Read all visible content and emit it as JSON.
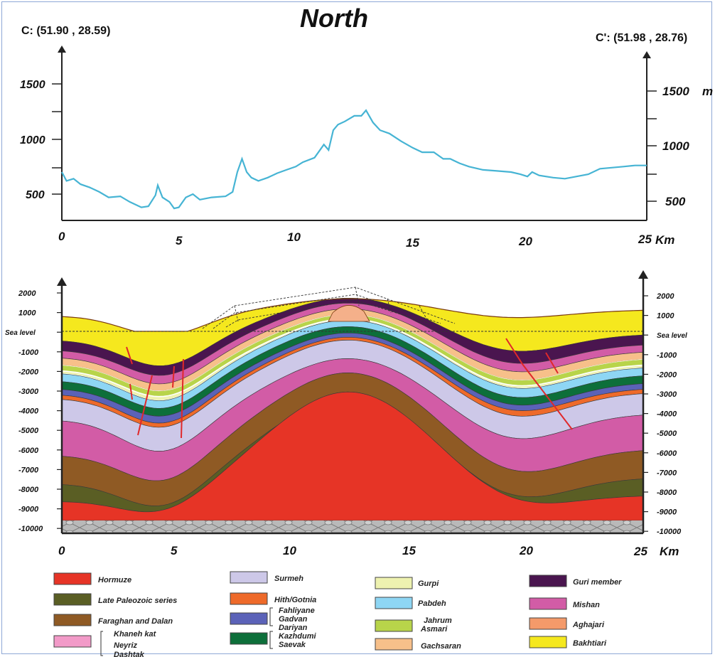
{
  "header": {
    "title": "North",
    "left_point": "C: (51.90 , 28.59)",
    "right_point": "C': (51.98 , 28.76)"
  },
  "profile": {
    "y_ticks_left": [
      "1500",
      "1000",
      "500"
    ],
    "y_ticks_right": [
      "1500",
      "m",
      "1000",
      "500"
    ],
    "x_ticks": [
      "0",
      "5",
      "10",
      "15",
      "20",
      "25"
    ],
    "x_unit": "Km",
    "line_color": "#46b4d4",
    "elevation_points_km_m": [
      [
        0,
        700
      ],
      [
        0.2,
        620
      ],
      [
        0.5,
        640
      ],
      [
        0.8,
        590
      ],
      [
        1.2,
        560
      ],
      [
        1.6,
        520
      ],
      [
        2.0,
        470
      ],
      [
        2.5,
        480
      ],
      [
        2.9,
        430
      ],
      [
        3.4,
        380
      ],
      [
        3.7,
        390
      ],
      [
        4.0,
        490
      ],
      [
        4.1,
        580
      ],
      [
        4.3,
        470
      ],
      [
        4.6,
        430
      ],
      [
        4.8,
        370
      ],
      [
        5.0,
        380
      ],
      [
        5.3,
        470
      ],
      [
        5.6,
        500
      ],
      [
        5.9,
        450
      ],
      [
        6.4,
        470
      ],
      [
        7.0,
        480
      ],
      [
        7.3,
        520
      ],
      [
        7.5,
        700
      ],
      [
        7.7,
        820
      ],
      [
        7.9,
        700
      ],
      [
        8.1,
        650
      ],
      [
        8.4,
        620
      ],
      [
        8.8,
        650
      ],
      [
        9.2,
        690
      ],
      [
        9.6,
        720
      ],
      [
        10.0,
        750
      ],
      [
        10.3,
        790
      ],
      [
        10.8,
        830
      ],
      [
        11.2,
        950
      ],
      [
        11.4,
        900
      ],
      [
        11.6,
        1080
      ],
      [
        11.8,
        1130
      ],
      [
        12.1,
        1160
      ],
      [
        12.5,
        1210
      ],
      [
        12.8,
        1210
      ],
      [
        13.0,
        1260
      ],
      [
        13.3,
        1150
      ],
      [
        13.6,
        1080
      ],
      [
        14.0,
        1050
      ],
      [
        14.5,
        980
      ],
      [
        15.0,
        920
      ],
      [
        15.4,
        880
      ],
      [
        15.9,
        880
      ],
      [
        16.3,
        820
      ],
      [
        16.6,
        820
      ],
      [
        17.0,
        780
      ],
      [
        17.4,
        750
      ],
      [
        18.0,
        720
      ],
      [
        18.6,
        710
      ],
      [
        19.2,
        700
      ],
      [
        19.6,
        680
      ],
      [
        19.9,
        660
      ],
      [
        20.1,
        700
      ],
      [
        20.4,
        670
      ],
      [
        21.0,
        650
      ],
      [
        21.5,
        640
      ],
      [
        22.0,
        660
      ],
      [
        22.5,
        680
      ],
      [
        23.0,
        730
      ],
      [
        23.5,
        740
      ],
      [
        24.0,
        750
      ],
      [
        24.5,
        760
      ],
      [
        25.0,
        760
      ]
    ]
  },
  "section": {
    "y_ticks_left": [
      "2000",
      "1000",
      "Sea level",
      "-1000",
      "-2000",
      "-3000",
      "-4000",
      "-5000",
      "-6000",
      "-7000",
      "-8000",
      "-9000",
      "-10000"
    ],
    "y_ticks_right": [
      "2000",
      "1000",
      "Sea level",
      "-1000",
      "-2000",
      "-3000",
      "-4000",
      "-5000",
      "-6000",
      "-7000",
      "-8000",
      "-9000",
      "-10000"
    ],
    "x_ticks": [
      "0",
      "5",
      "10",
      "15",
      "20",
      "25"
    ],
    "x_unit": "Km"
  },
  "legend": {
    "col1": [
      {
        "label": "Hormuze",
        "color": "#e63426"
      },
      {
        "label": "Late Paleozoic series",
        "color": "#5a5e24"
      },
      {
        "label": "Faraghan and Dalan",
        "color": "#8f5a24"
      },
      {
        "label": "Khaneh kat",
        "color": "#f29ac8"
      },
      {
        "label": "Neyriz",
        "color": "#f29ac8"
      },
      {
        "label": "Dashtak",
        "color": "#f29ac8"
      }
    ],
    "col2": [
      {
        "label": "Surmeh",
        "color": "#cdc8e8"
      },
      {
        "label": "Hith/Gotnia",
        "color": "#ee6a2a"
      },
      {
        "label": "Fahliyane",
        "color": "#5b62b8"
      },
      {
        "label": "Gadvan",
        "color": "#5b62b8"
      },
      {
        "label": "Dariyan",
        "color": "#5b62b8"
      },
      {
        "label": "Kazhdumi",
        "color": "#0d6f3a"
      },
      {
        "label": "Saevak",
        "color": "#0d6f3a"
      }
    ],
    "col3": [
      {
        "label": "Gurpi",
        "color": "#eef2b0"
      },
      {
        "label": "Pabdeh",
        "color": "#8ed6f4"
      },
      {
        "label": "Jahrum",
        "color": "#b8d44a"
      },
      {
        "label": "Asmari",
        "color": "#b8d44a"
      },
      {
        "label": "Gachsaran",
        "color": "#f7c08a"
      }
    ],
    "col4": [
      {
        "label": "Guri member",
        "color": "#4a154f"
      },
      {
        "label": "Mishan",
        "color": "#d25ca6"
      },
      {
        "label": "Aghajari",
        "color": "#f49a6a"
      },
      {
        "label": "Bakhtiari",
        "color": "#f5e81e"
      }
    ]
  },
  "colors": {
    "hormuze": "#e63426",
    "paleozoic": "#5a5e24",
    "faraghan": "#8f5a24",
    "khaneh": "#d25ca6",
    "surmeh": "#cdc8e8",
    "hith": "#ee6a2a",
    "fahliyan": "#5b62b8",
    "kazhdumi": "#0d6f3a",
    "gurpi": "#eef2b0",
    "pabdeh": "#8ed6f4",
    "asmari": "#b8d44a",
    "gachsaran": "#f7c08a",
    "guri": "#4a154f",
    "mishan": "#d25ca6",
    "aghajari": "#f49a6a",
    "bakhtiari": "#f5e81e",
    "fault": "#e0282a"
  }
}
